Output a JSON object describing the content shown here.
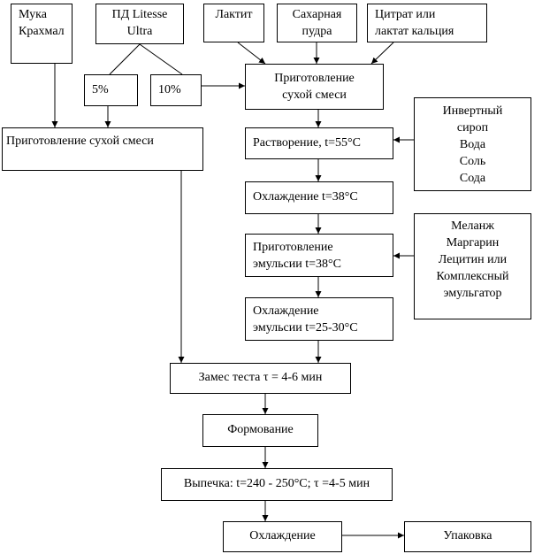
{
  "nodes": {
    "flour": "Мука\nКрахмал",
    "litesse": "ПД Litesse\nUltra",
    "lactitol": "Лактит",
    "sugar": "Сахарная\nпудра",
    "citrate": "Цитрат или\nлактат кальция",
    "pct5": "5%",
    "pct10": "10%",
    "drymix_right": "Приготовление\nсухой смеси",
    "drymix_left": "Приготовление сухой смеси",
    "dissolve": "Растворение,  t=55°С",
    "invert": "Инвертный\nсироп\nВода\nСоль\nСода",
    "cool38": "Охлаждение t=38°С",
    "emulsion": "Приготовление\nэмульсии t=38°С",
    "melange": "Меланж\nМаргарин\nЛецитин или\nКомплексный\nэмульгатор",
    "cool_emulsion": "Охлаждение\nэмульсии t=25-30°С",
    "kneading": "Замес теста τ = 4-6 мин",
    "forming": "Формование",
    "baking": "Выпечка: t=240 - 250°С; τ =4-5 мин",
    "cooling": "Охлаждение",
    "packing": "Упаковка"
  }
}
